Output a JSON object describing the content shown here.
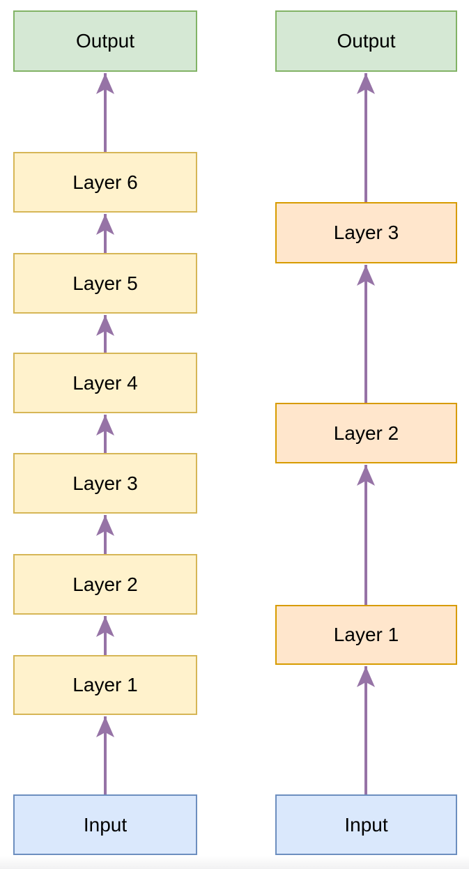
{
  "diagram": {
    "left_column": {
      "name": "deep-network",
      "nodes": [
        {
          "id": "output",
          "label": "Output",
          "type": "output"
        },
        {
          "id": "layer-6",
          "label": "Layer 6",
          "type": "hidden"
        },
        {
          "id": "layer-5",
          "label": "Layer 5",
          "type": "hidden"
        },
        {
          "id": "layer-4",
          "label": "Layer 4",
          "type": "hidden"
        },
        {
          "id": "layer-3",
          "label": "Layer 3",
          "type": "hidden"
        },
        {
          "id": "layer-2",
          "label": "Layer 2",
          "type": "hidden"
        },
        {
          "id": "layer-1",
          "label": "Layer 1",
          "type": "hidden"
        },
        {
          "id": "input",
          "label": "Input",
          "type": "input"
        }
      ],
      "edges": [
        {
          "from": "input",
          "to": "layer-1"
        },
        {
          "from": "layer-1",
          "to": "layer-2"
        },
        {
          "from": "layer-2",
          "to": "layer-3"
        },
        {
          "from": "layer-3",
          "to": "layer-4"
        },
        {
          "from": "layer-4",
          "to": "layer-5"
        },
        {
          "from": "layer-5",
          "to": "layer-6"
        },
        {
          "from": "layer-6",
          "to": "output"
        }
      ]
    },
    "right_column": {
      "name": "shallow-network",
      "nodes": [
        {
          "id": "output",
          "label": "Output",
          "type": "output"
        },
        {
          "id": "layer-3",
          "label": "Layer 3",
          "type": "hidden"
        },
        {
          "id": "layer-2",
          "label": "Layer 2",
          "type": "hidden"
        },
        {
          "id": "layer-1",
          "label": "Layer 1",
          "type": "hidden"
        },
        {
          "id": "input",
          "label": "Input",
          "type": "input"
        }
      ],
      "edges": [
        {
          "from": "input",
          "to": "layer-1"
        },
        {
          "from": "layer-1",
          "to": "layer-2"
        },
        {
          "from": "layer-2",
          "to": "layer-3"
        },
        {
          "from": "layer-3",
          "to": "output"
        }
      ]
    },
    "colors": {
      "output_fill": "#d5e8d4",
      "output_border": "#82b366",
      "deep_layer_fill": "#fff2cc",
      "deep_layer_border": "#d6b656",
      "shallow_layer_fill": "#ffe6cc",
      "shallow_layer_border": "#d79b00",
      "input_fill": "#dae8fc",
      "input_border": "#6c8ebf",
      "arrow": "#9673a6",
      "text": "#000000"
    }
  }
}
